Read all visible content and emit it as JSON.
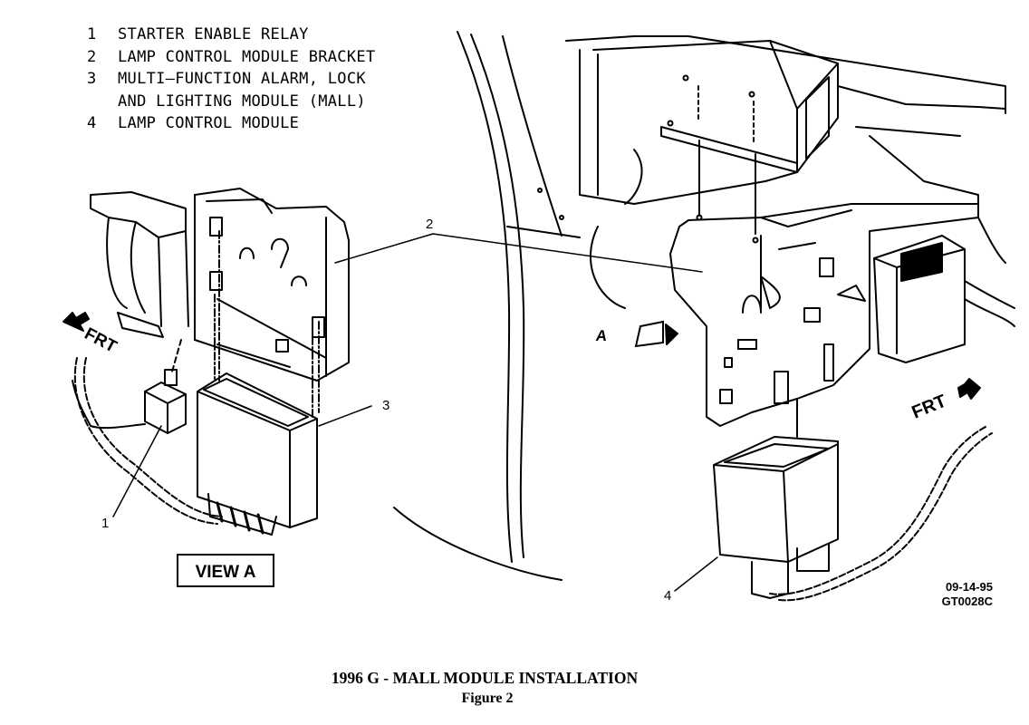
{
  "legend": {
    "items": [
      {
        "num": "1",
        "text": "STARTER ENABLE RELAY"
      },
      {
        "num": "2",
        "text": "LAMP CONTROL MODULE BRACKET"
      },
      {
        "num": "3",
        "text": "MULTI–FUNCTION ALARM, LOCK",
        "cont": "AND LIGHTING MODULE (MALL)"
      },
      {
        "num": "4",
        "text": "LAMP CONTROL MODULE"
      }
    ]
  },
  "callouts": {
    "c1": "1",
    "c2": "2",
    "c3": "3",
    "c4": "4"
  },
  "labels": {
    "frt_left": "FRT",
    "frt_right": "FRT",
    "view_a": "VIEW A",
    "view_a_marker": "A"
  },
  "drawing": {
    "date": "09-14-95",
    "code": "GT0028C"
  },
  "caption": {
    "title": "1996 G - MALL MODULE INSTALLATION",
    "figure": "Figure 2"
  }
}
